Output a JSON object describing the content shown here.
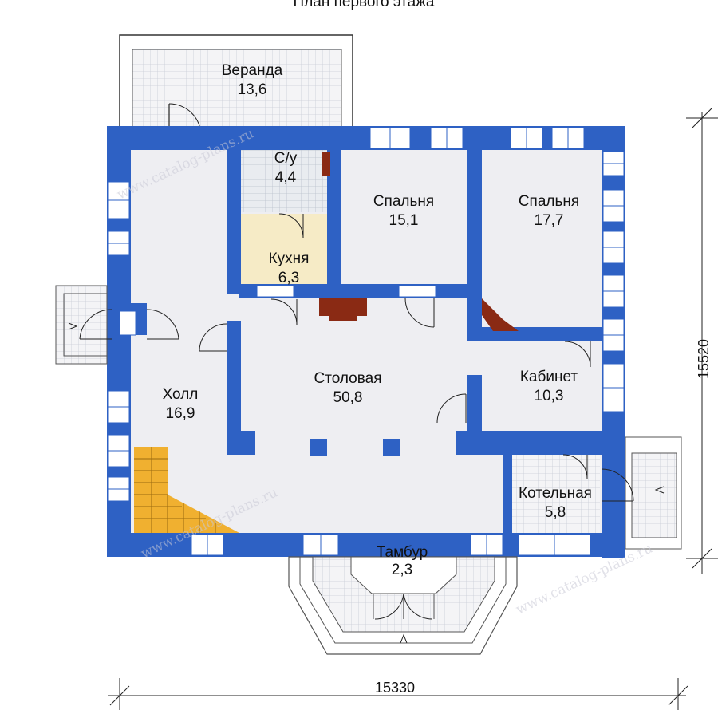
{
  "title": "План первого этажа",
  "rooms": {
    "veranda": {
      "name": "Веранда",
      "area": "13,6"
    },
    "su": {
      "name": "С/у",
      "area": "4,4"
    },
    "bedroom1": {
      "name": "Спальня",
      "area": "15,1"
    },
    "bedroom2": {
      "name": "Спальня",
      "area": "17,7"
    },
    "kitchen": {
      "name": "Кухня",
      "area": "6,3"
    },
    "dining": {
      "name": "Столовая",
      "area": "50,8"
    },
    "hall": {
      "name": "Холл",
      "area": "16,9"
    },
    "office": {
      "name": "Кабинет",
      "area": "10,3"
    },
    "boiler": {
      "name": "Котельная",
      "area": "5,8"
    },
    "vestibule": {
      "name": "Тамбур",
      "area": "2,3"
    }
  },
  "dimensions": {
    "width": "15330",
    "height": "15520"
  },
  "watermark": "www.catalog-plans.ru",
  "colors": {
    "wall": "#2e61c4",
    "floor": "#eeeef2",
    "kitchen": "#f6ebc6",
    "stairs": "#f0b030",
    "chimney": "#8a2a14",
    "wet_tile": "#e6eaee"
  }
}
